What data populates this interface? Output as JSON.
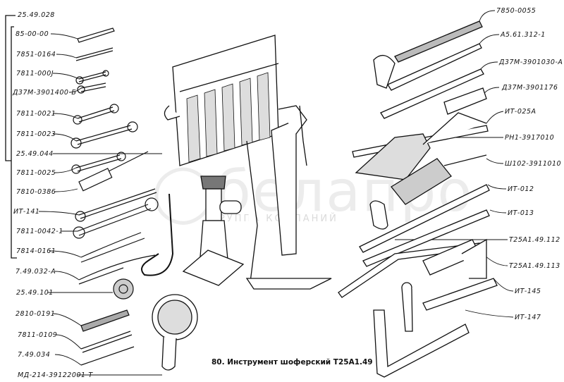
{
  "figure": {
    "caption": "80. Инструмент шоферский   Т25А1.49",
    "watermark": {
      "logo": "белапро",
      "tagline": "ГРУППА КОМПАНИЙ"
    },
    "left_labels": [
      "25.49.028",
      "85-00-00",
      "7851-0164",
      "7811-000J",
      "Д37М-3901400-Б",
      "7811-0021",
      "7811-0023",
      "25.49.044",
      "7811-0025",
      "7810-0386",
      "ИТ-141",
      "7811-0042-1",
      "7814-0161",
      "7.49.032-А",
      "25.49.101",
      "2810-0191",
      "7811-0109",
      "7.49.034",
      "МД-214-39122001-Т"
    ],
    "right_labels": [
      "7850-0055",
      "А5.61.312-1",
      "Д37М-3901030-А",
      "Д37М-3901176",
      "ИТ-025А",
      "РН1-3917010",
      "Ш102-3911010",
      "ИТ-012",
      "ИТ-013",
      "Т25А1.49.112",
      "Т25А1.49.113",
      "ИТ-145",
      "ИТ-147"
    ]
  }
}
